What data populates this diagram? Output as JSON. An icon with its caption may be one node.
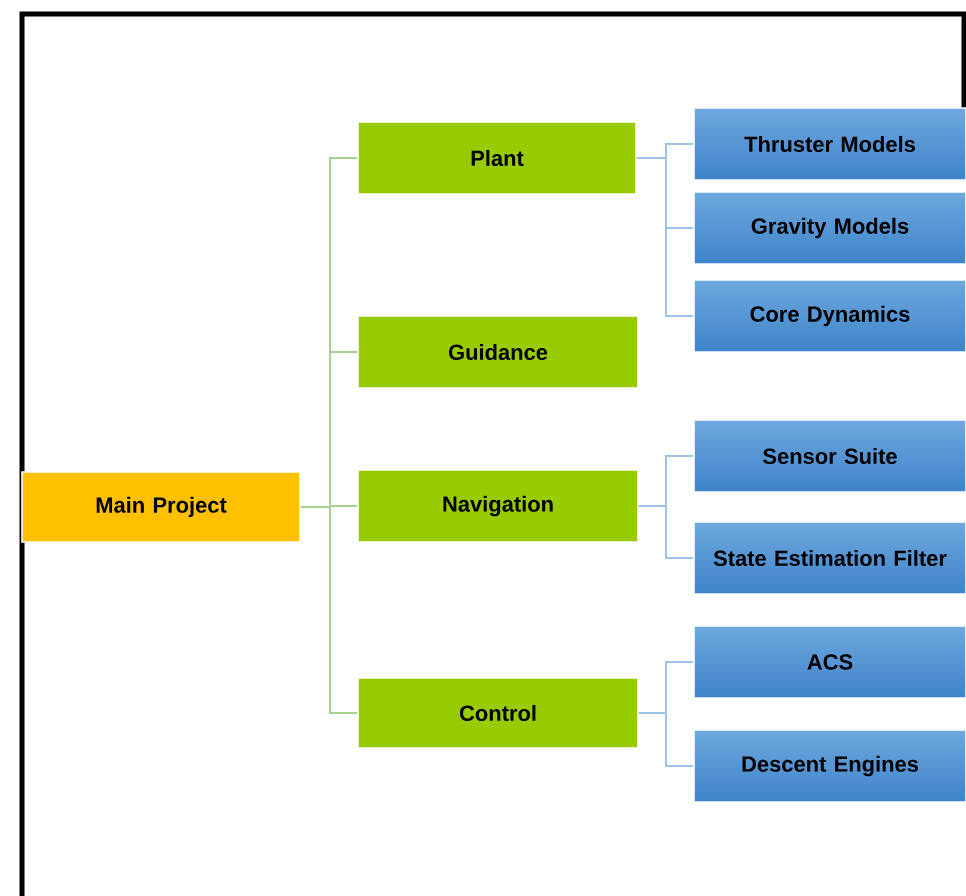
{
  "diagram": {
    "nodes": [
      {
        "text": [
          "Main Project"
        ]
      },
      {
        "text": [
          "Plant"
        ]
      },
      {
        "text": [
          "Guidance"
        ]
      },
      {
        "text": [
          "Navigation"
        ]
      },
      {
        "text": [
          "Control"
        ]
      },
      {
        "text": [
          "Thruster Models"
        ]
      },
      {
        "text": [
          "Gravity Models"
        ]
      },
      {
        "text": [
          "Core Dynamics"
        ]
      },
      {
        "text": [
          "Sensor Suite"
        ]
      },
      {
        "text": [
          "State Estimation Filter"
        ]
      },
      {
        "text": [
          "ACS"
        ]
      },
      {
        "text": [
          "Descent Engines"
        ]
      }
    ],
    "edges": [
      {
        "from": 0,
        "to": 1,
        "arrow": "none",
        "color": "#a9d18e"
      },
      {
        "from": 0,
        "to": 2,
        "arrow": "none",
        "color": "#a9d18e"
      },
      {
        "from": 0,
        "to": 3,
        "arrow": "none",
        "color": "#a9d18e"
      },
      {
        "from": 0,
        "to": 4,
        "arrow": "none",
        "color": "#a9d18e"
      },
      {
        "from": 1,
        "to": 5,
        "arrow": "none"
      },
      {
        "from": 1,
        "to": 6,
        "arrow": "none"
      },
      {
        "from": 1,
        "to": 7,
        "arrow": "none"
      },
      {
        "from": 3,
        "to": 8,
        "arrow": "none"
      },
      {
        "from": 3,
        "to": 9,
        "arrow": "none"
      },
      {
        "from": 4,
        "to": 10,
        "arrow": "none"
      },
      {
        "from": 4,
        "to": 11,
        "arrow": "none"
      }
    ]
  }
}
